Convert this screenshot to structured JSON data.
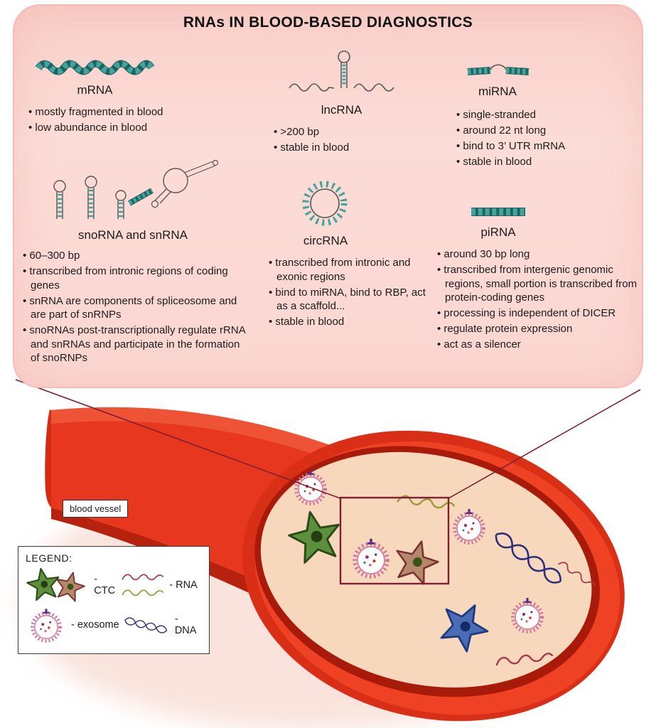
{
  "title": "RNAs IN BLOOD-BASED DIAGNOSTICS",
  "colors": {
    "panel_pink": "#fbd6d1",
    "teal": "#42a59d",
    "teal_dark": "#20605e",
    "vessel_red": "#ef4123",
    "vessel_dark_red": "#a81b0b",
    "lumen_peach": "#f8d8bc",
    "maroon_line": "#7e1f33"
  },
  "rna_types": {
    "mrna": {
      "label": "mRNA",
      "icon": "wavy-striped-ribbon-icon",
      "bullets": [
        "mostly fragmented in blood",
        "low abundance in blood"
      ]
    },
    "lncrna": {
      "label": "lncRNA",
      "icon": "hairpin-on-wavy-line-icon",
      "bullets": [
        ">200 bp",
        "stable in blood"
      ]
    },
    "mirna": {
      "label": "miRNA",
      "icon": "short-striped-hairpin-icon",
      "bullets": [
        "single-stranded",
        "around 22 nt long",
        "bind to 3’ UTR mRNA",
        "stable in blood"
      ]
    },
    "snorna": {
      "label": "snoRNA and snRNA",
      "icon": "stem-loop-structures-icon",
      "bullets": [
        "60–300 bp",
        "transcribed from intronic regions of coding genes",
        "snRNA are components of spliceosome and are part of snRNPs",
        "snoRNAs post-transcriptionally regulate rRNA and snRNAs and participate in the formation of snoRNPs"
      ]
    },
    "circrna": {
      "label": "circRNA",
      "icon": "circle-with-radial-ticks-icon",
      "bullets": [
        "transcribed from intronic and exonic regions",
        "bind to miRNA, bind to RBP, act as a scaffold...",
        "stable in blood"
      ]
    },
    "pirna": {
      "label": "piRNA",
      "icon": "striped-bar-icon",
      "bullets": [
        "around 30 bp long",
        "transcribed from intergenic genomic regions, small portion is transcribed from protein-coding genes",
        "processing is independent of DICER",
        "regulate protein expression",
        "act as a silencer"
      ]
    }
  },
  "vessel": {
    "label": "blood vessel"
  },
  "legend": {
    "title": "LEGEND:",
    "items": {
      "ctc": "- CTC",
      "rna": "- RNA",
      "exosome": "- exosome",
      "dna": "- DNA"
    }
  }
}
